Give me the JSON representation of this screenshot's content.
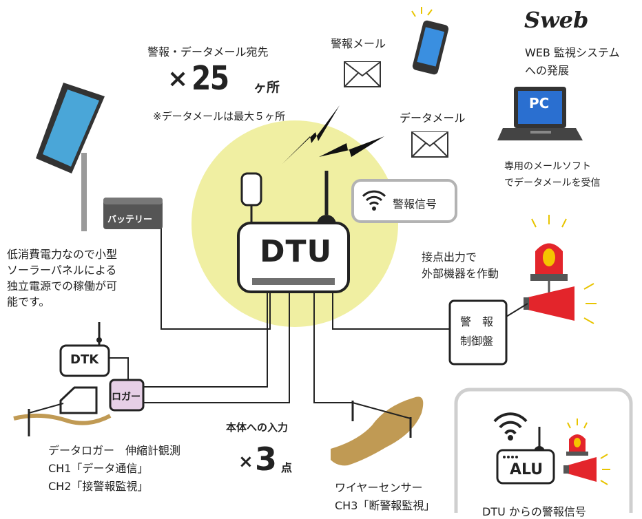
{
  "brand": {
    "logo": "Sweb",
    "tagline_lines": [
      "WEB 監視システム",
      "への発展"
    ]
  },
  "mail_info": {
    "recipients_label": "警報・データメール宛先",
    "times_symbol": "×",
    "count": "25",
    "unit": "ヶ所",
    "note": "※データメールは最大５ヶ所"
  },
  "alarm_mail_label": "警報メール",
  "data_mail_label": "データメール",
  "pc": {
    "screen_label": "PC",
    "caption_lines": [
      "専用のメールソフト",
      "でデータメールを受信"
    ]
  },
  "battery_label": "バッテリー",
  "solar_caption_lines": [
    "低消費電力なので小型",
    "ソーラーパネルによる",
    "独立電源での稼働が可",
    "能です。"
  ],
  "dtu_label": "DTU",
  "alarm_signal_label": "警報信号",
  "contact_output_lines": [
    "接点出力で",
    "外部機器を作動"
  ],
  "control_panel_lines": [
    "警　報",
    "制御盤"
  ],
  "dtk_label": "DTK",
  "logger_label": "ロガー",
  "logger_caption_lines": [
    "データロガー　伸縮計観測",
    "CH1「データ通信」",
    "CH2「接警報監視」"
  ],
  "inputs": {
    "label": "本体への入力",
    "times_symbol": "×",
    "count": "3",
    "unit": "点"
  },
  "wire_caption_lines": [
    "ワイヤーセンサー",
    "CH3「断警報監視」"
  ],
  "alu": {
    "label": "ALU",
    "caption": "DTU からの警報信号"
  },
  "colors": {
    "halo": "#f0efa2",
    "logger": "#e6cfe6",
    "siren_red": "#e3252b",
    "beacon_yellow": "#f5c400",
    "soil": "#c09a54",
    "pc_screen": "#2a6fd0"
  }
}
